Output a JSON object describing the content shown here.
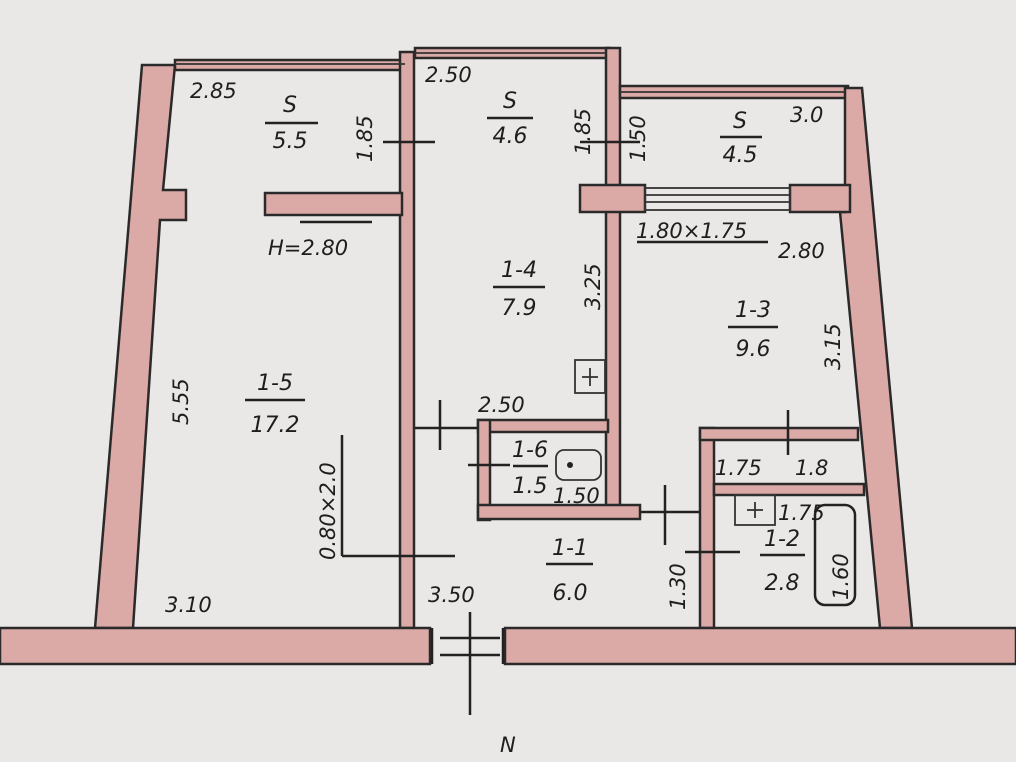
{
  "plan": {
    "balconies": [
      {
        "label": "S",
        "area": "5.5",
        "length": "2.85",
        "width": "1.85"
      },
      {
        "label": "S",
        "area": "4.6",
        "length": "2.50",
        "width": "1.85"
      },
      {
        "label": "S",
        "area": "4.5",
        "length": "3.0",
        "width": "1.50"
      }
    ],
    "rooms": [
      {
        "id": "1-5",
        "area": "17.2"
      },
      {
        "id": "1-4",
        "area": "7.9"
      },
      {
        "id": "1-3",
        "area": "9.6"
      },
      {
        "id": "1-6",
        "area": "1.5"
      },
      {
        "id": "1-1",
        "area": "6.0"
      },
      {
        "id": "1-2",
        "area": "2.8"
      }
    ],
    "dimensions": {
      "ceiling_height": "H=2.80",
      "room_1_5_length": "5.55",
      "room_1_5_width": "3.10",
      "room_1_4_length": "3.25",
      "room_1_4_width": "2.50",
      "room_1_3_length": "3.15",
      "room_1_3_width": "2.80",
      "window_1_3": "1.80×1.75",
      "room_1_6_width": "1.50",
      "room_1_1_length": "3.50",
      "room_1_1_width": "1.30",
      "door": "0.80×2.0",
      "wc_width": "1.75",
      "wc_length": "1.8",
      "bath_width": "1.75",
      "tub": "1.60"
    },
    "north_label": "N",
    "colors": {
      "wall": "#dba9a6",
      "paper": "#e9e8e6",
      "ink": "#1e1e1e"
    }
  }
}
